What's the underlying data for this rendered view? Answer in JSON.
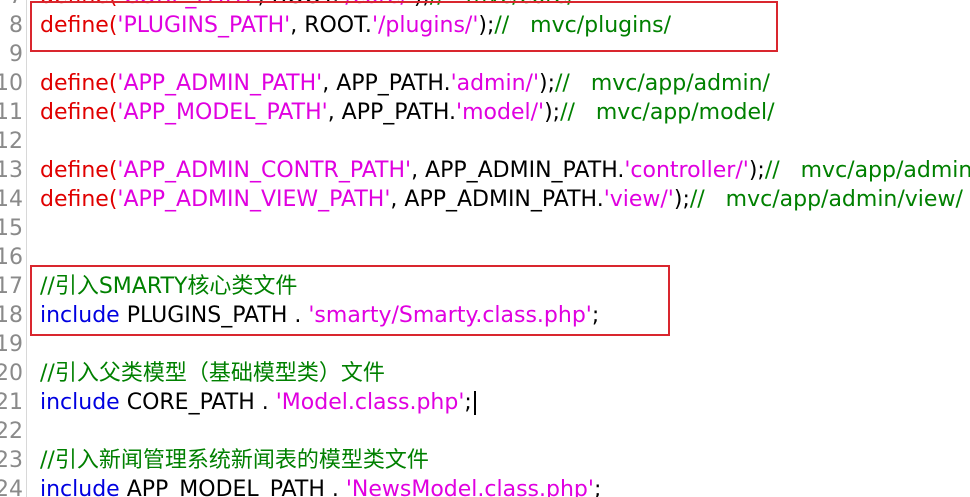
{
  "editor": {
    "lines": [
      {
        "num": "7",
        "segments": [
          {
            "text": "define(",
            "cls": "fn"
          },
          {
            "text": "'CORE_PATH'",
            "cls": "str"
          },
          {
            "text": ", ROOT.",
            "cls": "cst"
          },
          {
            "text": "'/core/'",
            "cls": "str"
          },
          {
            "text": ");",
            "cls": "cst"
          },
          {
            "text": "//   mvc/core/",
            "cls": "cmt"
          }
        ]
      },
      {
        "num": "8",
        "segments": [
          {
            "text": "define(",
            "cls": "fn"
          },
          {
            "text": "'PLUGINS_PATH'",
            "cls": "str"
          },
          {
            "text": ", ROOT.",
            "cls": "cst"
          },
          {
            "text": "'/plugins/'",
            "cls": "str"
          },
          {
            "text": ");",
            "cls": "cst"
          },
          {
            "text": "//   mvc/plugins/",
            "cls": "cmt"
          }
        ]
      },
      {
        "num": "9",
        "segments": []
      },
      {
        "num": "10",
        "segments": [
          {
            "text": "define(",
            "cls": "fn"
          },
          {
            "text": "'APP_ADMIN_PATH'",
            "cls": "str"
          },
          {
            "text": ", APP_PATH.",
            "cls": "cst"
          },
          {
            "text": "'admin/'",
            "cls": "str"
          },
          {
            "text": ");",
            "cls": "cst"
          },
          {
            "text": "//   mvc/app/admin/",
            "cls": "cmt"
          }
        ]
      },
      {
        "num": "11",
        "segments": [
          {
            "text": "define(",
            "cls": "fn"
          },
          {
            "text": "'APP_MODEL_PATH'",
            "cls": "str"
          },
          {
            "text": ", APP_PATH.",
            "cls": "cst"
          },
          {
            "text": "'model/'",
            "cls": "str"
          },
          {
            "text": ");",
            "cls": "cst"
          },
          {
            "text": "//   mvc/app/model/",
            "cls": "cmt"
          }
        ]
      },
      {
        "num": "12",
        "segments": []
      },
      {
        "num": "13",
        "segments": [
          {
            "text": "define(",
            "cls": "fn"
          },
          {
            "text": "'APP_ADMIN_CONTR_PATH'",
            "cls": "str"
          },
          {
            "text": ", APP_ADMIN_PATH.",
            "cls": "cst"
          },
          {
            "text": "'controller/'",
            "cls": "str"
          },
          {
            "text": ");",
            "cls": "cst"
          },
          {
            "text": "//   mvc/app/admin/controller/",
            "cls": "cmt"
          }
        ]
      },
      {
        "num": "14",
        "segments": [
          {
            "text": "define(",
            "cls": "fn"
          },
          {
            "text": "'APP_ADMIN_VIEW_PATH'",
            "cls": "str"
          },
          {
            "text": ", APP_ADMIN_PATH.",
            "cls": "cst"
          },
          {
            "text": "'view/'",
            "cls": "str"
          },
          {
            "text": ");",
            "cls": "cst"
          },
          {
            "text": "//   mvc/app/admin/view/",
            "cls": "cmt"
          }
        ]
      },
      {
        "num": "15",
        "segments": []
      },
      {
        "num": "16",
        "segments": []
      },
      {
        "num": "17",
        "segments": [
          {
            "text": "//引入SMARTY核心类文件",
            "cls": "cmt"
          }
        ]
      },
      {
        "num": "18",
        "segments": [
          {
            "text": "include",
            "cls": "kw"
          },
          {
            "text": " PLUGINS_PATH . ",
            "cls": "cst"
          },
          {
            "text": "'smarty/Smarty.class.php'",
            "cls": "str"
          },
          {
            "text": ";",
            "cls": "cst"
          }
        ]
      },
      {
        "num": "19",
        "segments": []
      },
      {
        "num": "20",
        "segments": [
          {
            "text": "//引入父类模型（基础模型类）文件",
            "cls": "cmt"
          }
        ]
      },
      {
        "num": "21",
        "segments": [
          {
            "text": "include",
            "cls": "kw"
          },
          {
            "text": " CORE_PATH . ",
            "cls": "cst"
          },
          {
            "text": "'Model.class.php'",
            "cls": "str"
          },
          {
            "text": ";",
            "cls": "cst"
          }
        ],
        "cursor": true
      },
      {
        "num": "22",
        "segments": []
      },
      {
        "num": "23",
        "segments": [
          {
            "text": "//引入新闻管理系统新闻表的模型类文件",
            "cls": "cmt"
          }
        ]
      },
      {
        "num": "24",
        "segments": [
          {
            "text": "include",
            "cls": "kw"
          },
          {
            "text": " APP_MODEL_PATH . ",
            "cls": "cst"
          },
          {
            "text": "'NewsModel.class.php'",
            "cls": "str"
          },
          {
            "text": ";",
            "cls": "cst"
          }
        ]
      }
    ]
  },
  "colors": {
    "function": "#e00000",
    "string": "#e000e0",
    "comment": "#008000",
    "keyword": "#0000e0",
    "highlight_box": "#d9262e"
  }
}
